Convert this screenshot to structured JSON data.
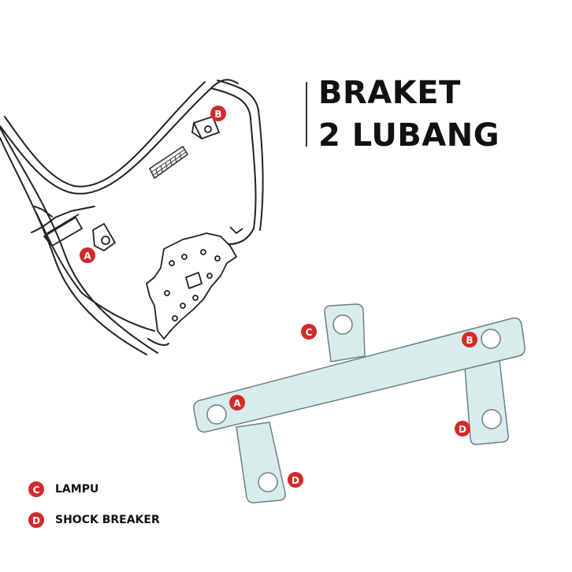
{
  "title": {
    "line1": "BRAKET",
    "line2": "2 LUBANG"
  },
  "colors": {
    "marker_red": "#d42a2a",
    "marker_text": "#ffffff",
    "bracket_fill": "#d8ecec",
    "bracket_stroke": "#6e7f80",
    "sketch_stroke": "#222222"
  },
  "sketch_markers": [
    {
      "id": "A",
      "label": "A"
    },
    {
      "id": "B",
      "label": "B"
    }
  ],
  "bracket_markers": [
    {
      "id": "A",
      "label": "A"
    },
    {
      "id": "B",
      "label": "B"
    },
    {
      "id": "C",
      "label": "C"
    },
    {
      "id": "D1",
      "label": "D"
    },
    {
      "id": "D2",
      "label": "D"
    }
  ],
  "legend": [
    {
      "marker": "C",
      "label": "LAMPU"
    },
    {
      "marker": "D",
      "label": "SHOCK BREAKER"
    }
  ]
}
